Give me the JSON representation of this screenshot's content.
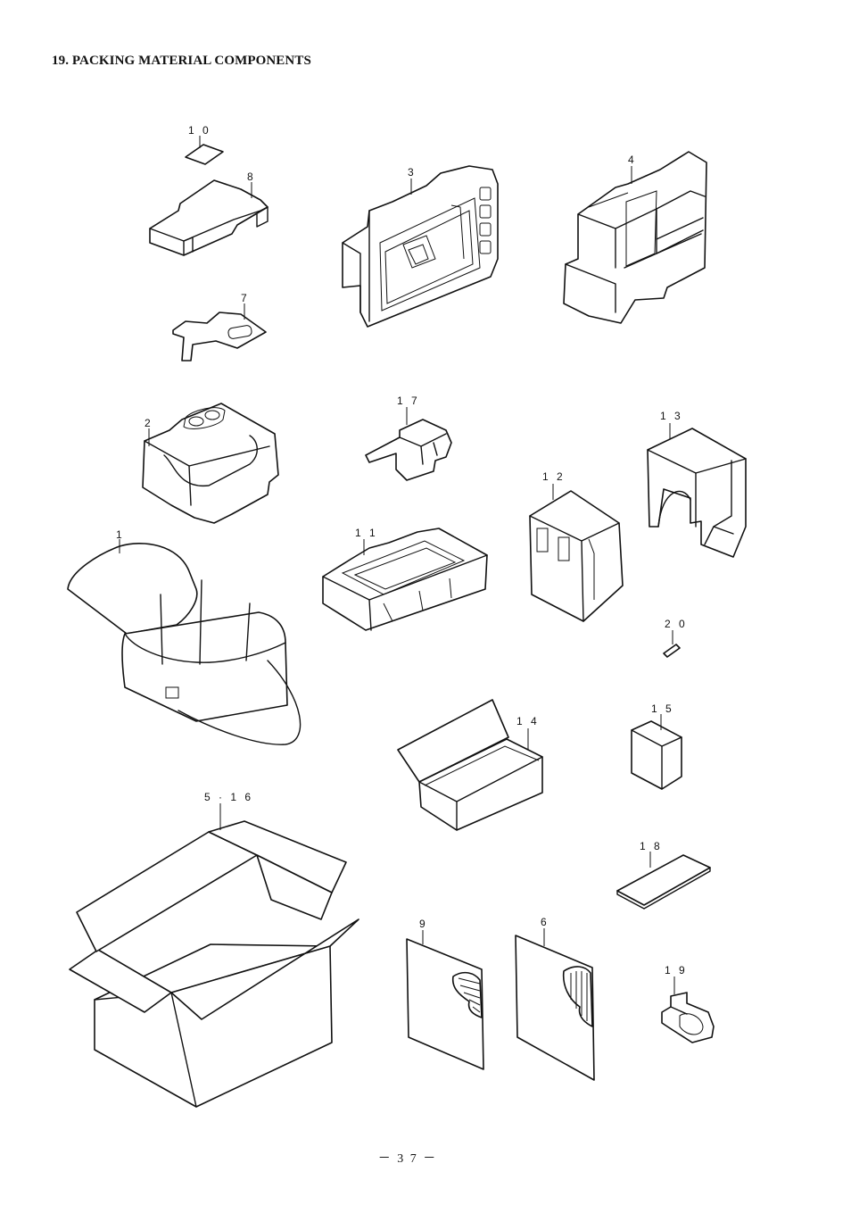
{
  "heading": "19. PACKING MATERIAL COMPONENTS",
  "page_number": "－ 3 7 －",
  "callouts": {
    "p1": "1",
    "p2": "2",
    "p3": "3",
    "p4": "4",
    "p5_16": "5 · 1 6",
    "p6": "6",
    "p7": "7",
    "p8": "8",
    "p9": "9",
    "p10": "1 0",
    "p11": "1 1",
    "p12": "1 2",
    "p13": "1 3",
    "p14": "1 4",
    "p15": "1 5",
    "p17": "1 7",
    "p18": "1 8",
    "p19": "1 9",
    "p20": "2 0"
  }
}
